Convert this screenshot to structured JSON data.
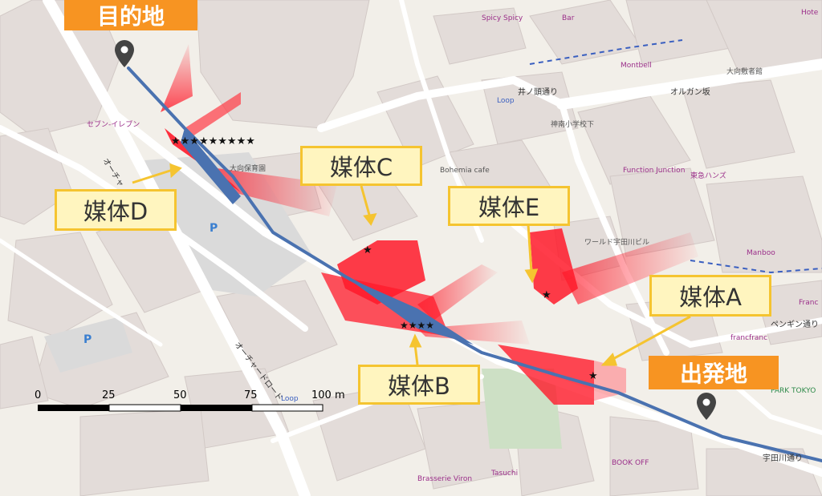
{
  "labels": {
    "destination": "目的地",
    "origin": "出発地",
    "media_a": "媒体A",
    "media_b": "媒体B",
    "media_c": "媒体C",
    "media_d": "媒体D",
    "media_e": "媒体E"
  },
  "streets": {
    "oorchard_road": "オーチャードロード",
    "oorchard_short": "オーチャ",
    "inokashira_dori": "井ノ頭通り",
    "organ_zaka": "オルガン坂",
    "penguin_dori": "ペンギン通り",
    "udagawa_dori": "宇田川通り",
    "loop_1": "Loop",
    "loop_2": "Loop"
  },
  "pois": {
    "tokyu_hands": "東急ハンズ",
    "function_junction": "Function Junction",
    "manboo": "Manboo",
    "montbell": "Montbell",
    "spicy": "Spicy Spicy",
    "bar": "Bar",
    "hotel": "Hote",
    "book_off": "BOOK OFF",
    "brasserie": "Brasserie Viron",
    "tasuchi": "Tasuchi",
    "park_tokyo": "PARK TOKYO",
    "seven_eleven": "セブン‐イレブン",
    "parking": "P",
    "parking_2": "P",
    "ook_hoikuen": "大向保育園",
    "ogata_kanban": "大向敷者館",
    "jinnan_school": "神南小学校下",
    "world_udagawa": "ワールド宇田川ビル",
    "bohemia": "Bohemia cafe",
    "francfranc": "francfranc",
    "france": "Franc"
  },
  "scale": {
    "ticks": [
      "0",
      "25",
      "50",
      "75",
      "100 m"
    ]
  },
  "colors": {
    "route": "#4a72b0",
    "heat": "#ff1f2d",
    "callout_border": "#f5c430",
    "callout_fill": "#fff5bf",
    "tag_fill": "#f79422",
    "block": "#e3dcd9",
    "road": "#ffffff",
    "base": "#f2efe9",
    "park": "#cde0c5"
  },
  "icons": {
    "destination_pin": "map-pin-icon",
    "origin_pin": "map-pin-icon",
    "media_star": "star-icon"
  }
}
